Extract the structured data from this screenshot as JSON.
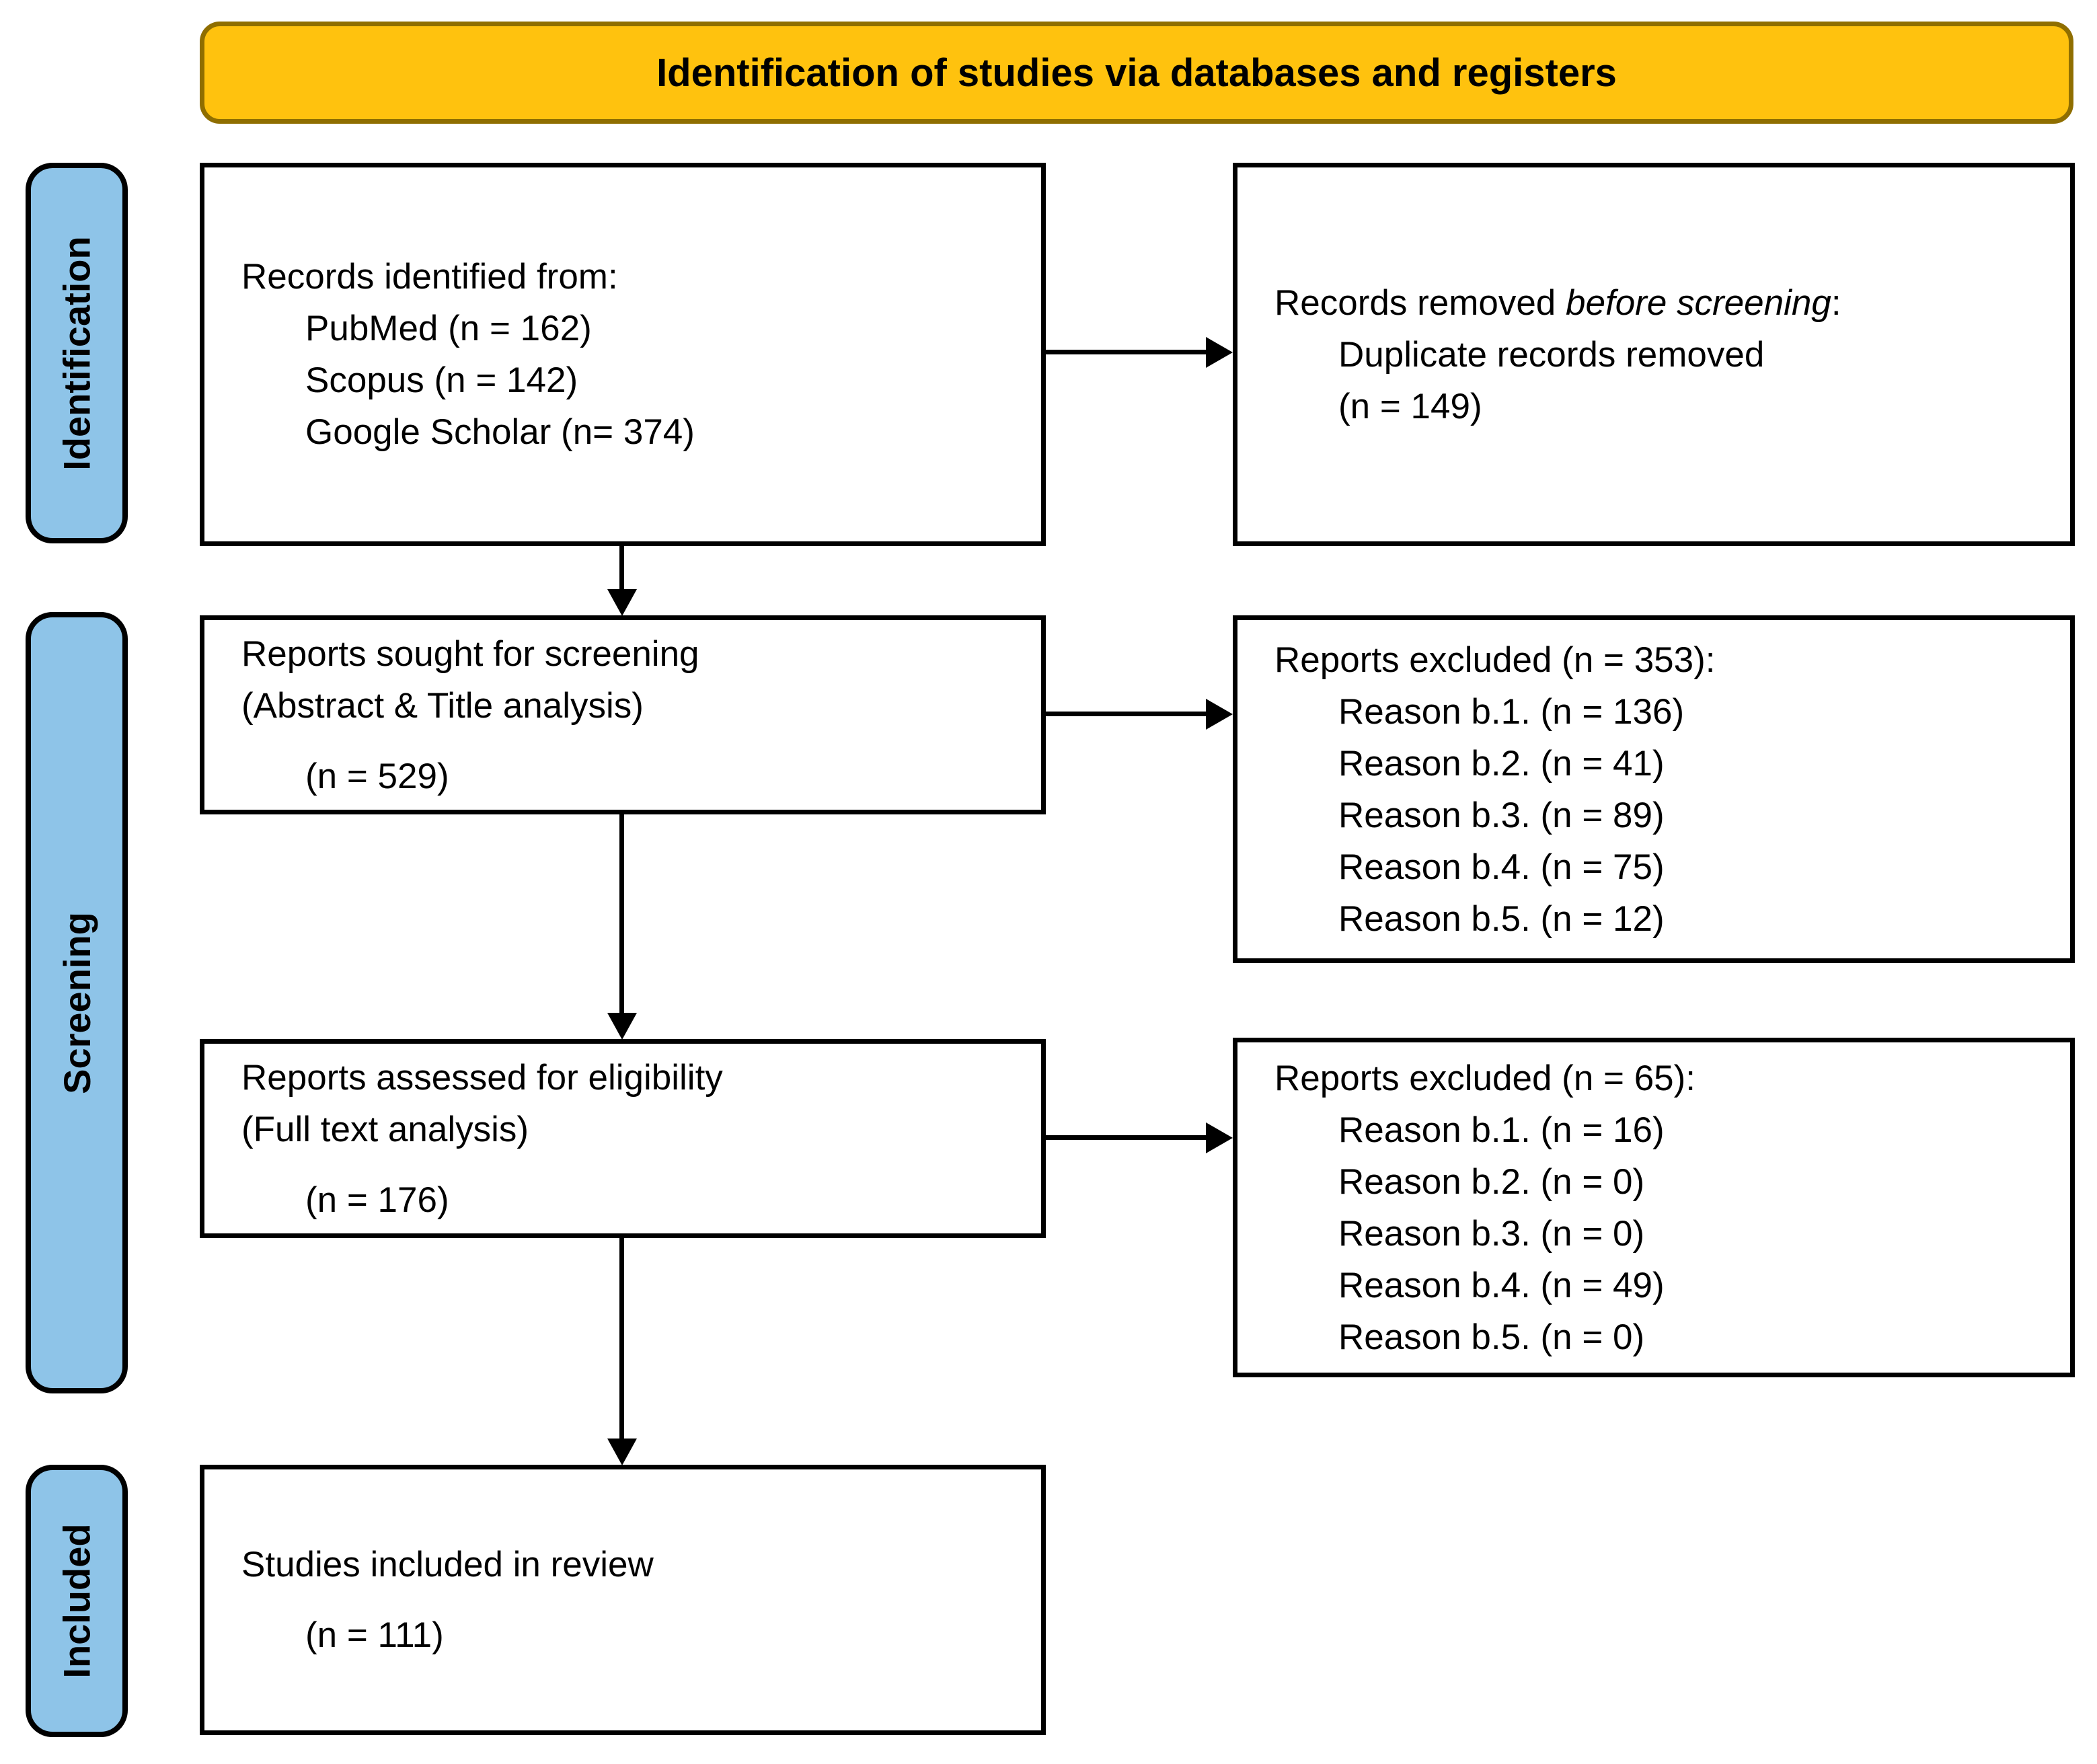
{
  "header": {
    "title": "Identification of studies via databases and registers"
  },
  "stages": [
    {
      "label": "Identification"
    },
    {
      "label": "Screening"
    },
    {
      "label": "Included"
    }
  ],
  "boxes": {
    "records_identified": {
      "lines": [
        "Records identified from:",
        "PubMed (n = 162)",
        "Scopus (n = 142)",
        "Google Scholar (n= 374)"
      ]
    },
    "records_removed": {
      "line1": {
        "prefix": "Records removed ",
        "italic": "before screening",
        "suffix": ":"
      },
      "lines": [
        "Duplicate records removed",
        "(n = 149)"
      ]
    },
    "reports_sought": {
      "lines": [
        "Reports sought for screening",
        "(Abstract & Title analysis)"
      ],
      "count": "(n = 529)"
    },
    "reports_excluded_screening": {
      "title": "Reports excluded (n = 353):",
      "reasons": [
        "Reason b.1. (n = 136)",
        "Reason b.2. (n = 41)",
        "Reason b.3. (n = 89)",
        "Reason b.4. (n = 75)",
        "Reason b.5. (n = 12)"
      ]
    },
    "reports_assessed": {
      "lines": [
        "Reports assessed for eligibility",
        "(Full text analysis)"
      ],
      "count": "(n = 176)"
    },
    "reports_excluded_eligibility": {
      "title": "Reports excluded (n = 65):",
      "reasons": [
        "Reason b.1. (n = 16)",
        "Reason b.2. (n = 0)",
        "Reason b.3. (n = 0)",
        "Reason b.4. (n = 49)",
        "Reason b.5. (n = 0)"
      ]
    },
    "studies_included": {
      "line": "Studies included in review",
      "count": "(n = 111)"
    }
  },
  "colors": {
    "header_fill": "#FFC20E",
    "header_border": "#8F6E00",
    "stage_fill": "#8EC4E8",
    "outline": "#000000"
  }
}
